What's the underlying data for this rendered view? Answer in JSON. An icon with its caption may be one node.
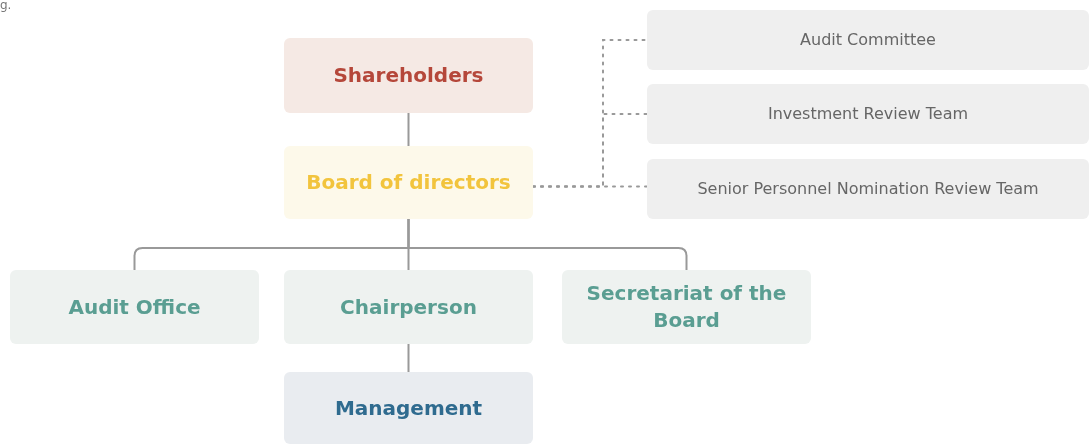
{
  "diagram": {
    "nodes": [
      {
        "text": [
          "Shareholders"
        ]
      },
      {
        "text": [
          "Board of directors"
        ]
      },
      {
        "text": [
          "Audit Committee"
        ]
      },
      {
        "text": [
          "Investment Review Team"
        ]
      },
      {
        "text": [
          "Senior Personnel Nomination Review Team"
        ]
      },
      {
        "text": [
          "Audit Office"
        ]
      },
      {
        "text": [
          "Chairperson"
        ]
      },
      {
        "text": [
          "Secretariat of the Board"
        ]
      },
      {
        "text": [
          "Management"
        ]
      }
    ],
    "edges": [
      {
        "from": 0,
        "to": 1,
        "arrow": "none"
      },
      {
        "from": 1,
        "to": 2,
        "arrow": "none",
        "style": "dashed"
      },
      {
        "from": 1,
        "to": 3,
        "arrow": "none",
        "style": "dashed"
      },
      {
        "from": 1,
        "to": 4,
        "arrow": "none",
        "style": "dashed"
      },
      {
        "from": 1,
        "to": 5,
        "arrow": "none"
      },
      {
        "from": 1,
        "to": 6,
        "arrow": "none"
      },
      {
        "from": 1,
        "to": 7,
        "arrow": "none"
      },
      {
        "from": 6,
        "to": 8,
        "arrow": "none"
      }
    ],
    "labels": [
      "g."
    ]
  }
}
